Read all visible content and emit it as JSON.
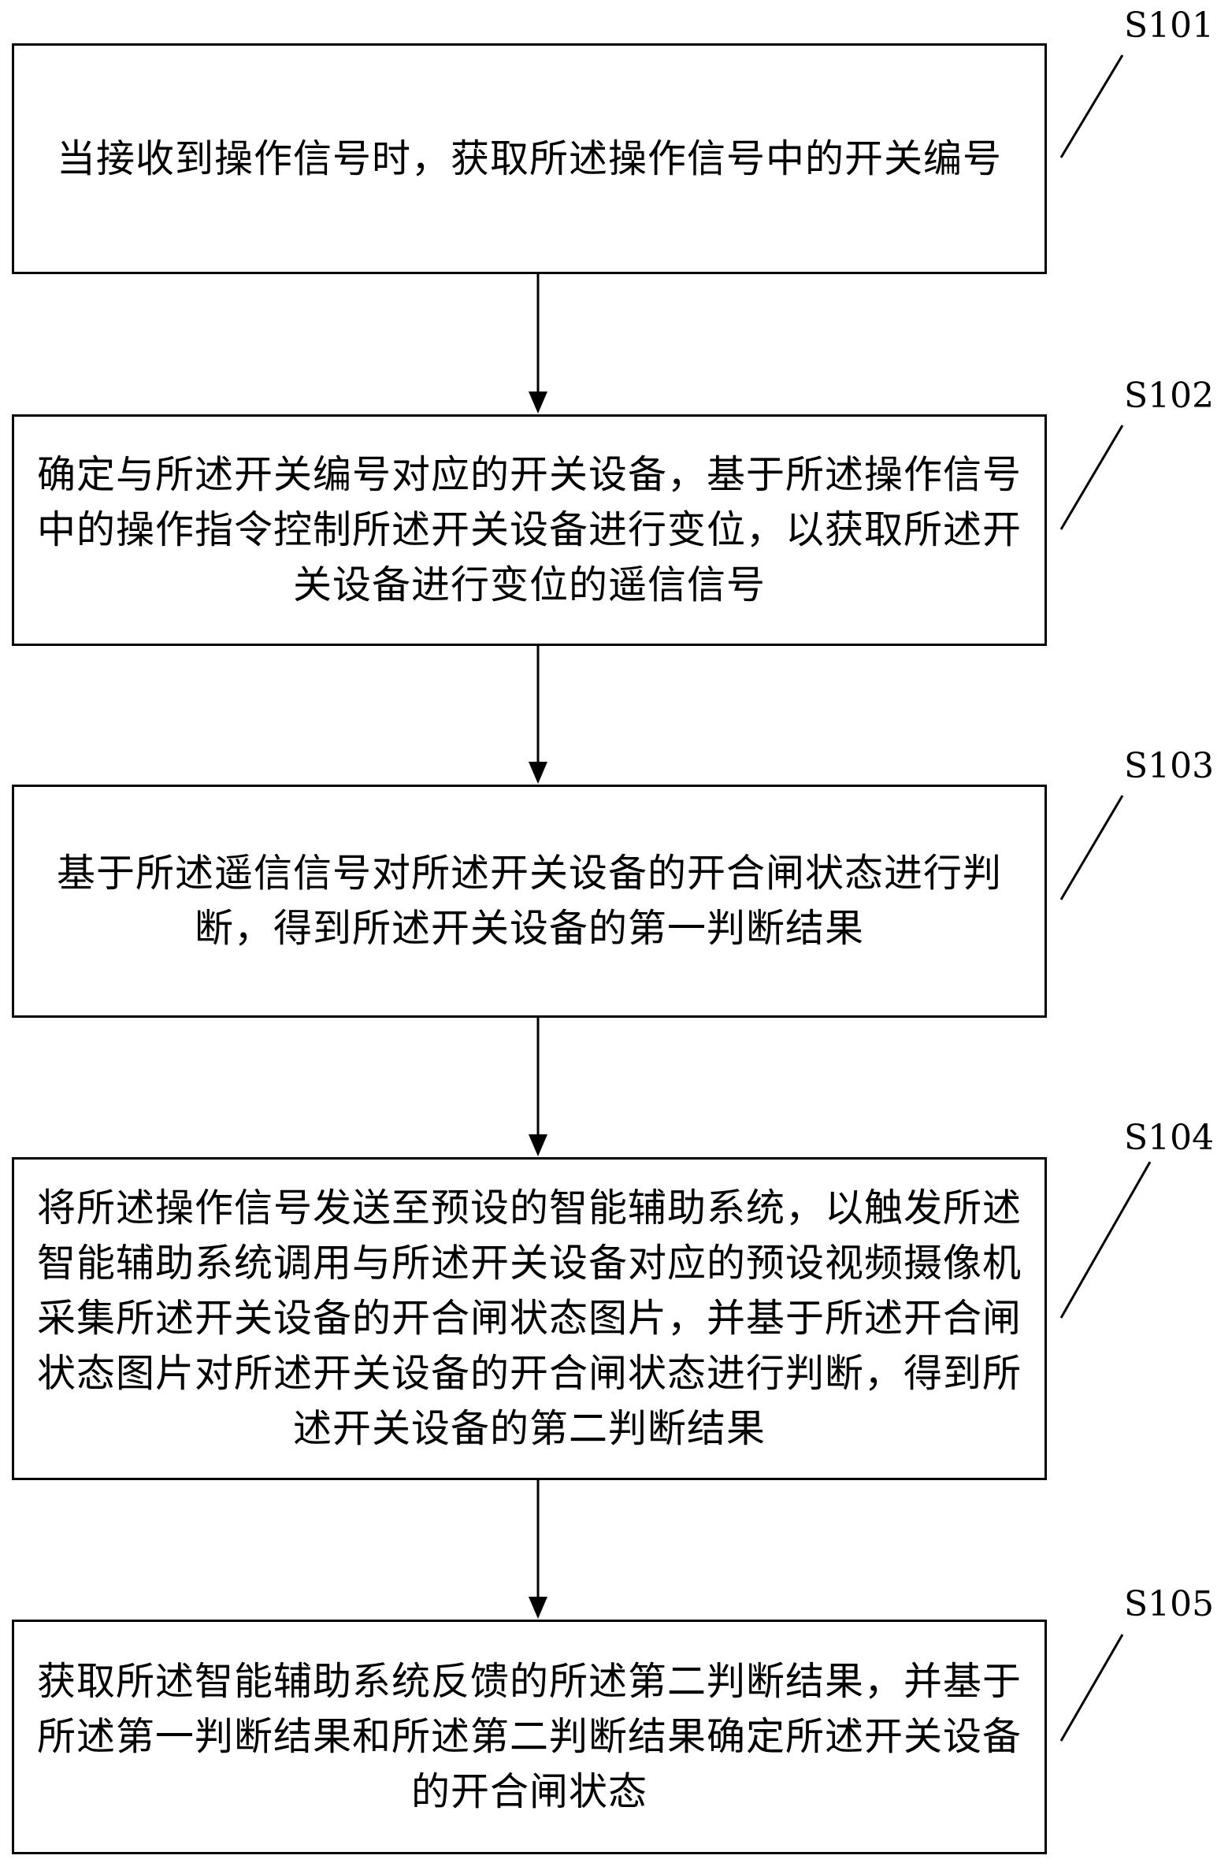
{
  "steps": [
    {
      "label": "S101",
      "text": "当接收到操作信号时，获取所述操作信号中的开关编号"
    },
    {
      "label": "S102",
      "text": "确定与所述开关编号对应的开关设备，基于所述操作信号中的操作指令控制所述开关设备进行变位，以获取所述开关设备进行变位的遥信信号"
    },
    {
      "label": "S103",
      "text": "基于所述遥信信号对所述开关设备的开合闸状态进行判断，得到所述开关设备的第一判断结果"
    },
    {
      "label": "S104",
      "text": "将所述操作信号发送至预设的智能辅助系统，以触发所述智能辅助系统调用与所述开关设备对应的预设视频摄像机采集所述开关设备的开合闸状态图片，并基于所述开合闸状态图片对所述开关设备的开合闸状态进行判断，得到所述开关设备的第二判断结果"
    },
    {
      "label": "S105",
      "text": "获取所述智能辅助系统反馈的所述第二判断结果，并基于所述第一判断结果和所述第二判断结果确定所述开关设备的开合闸状态"
    }
  ]
}
